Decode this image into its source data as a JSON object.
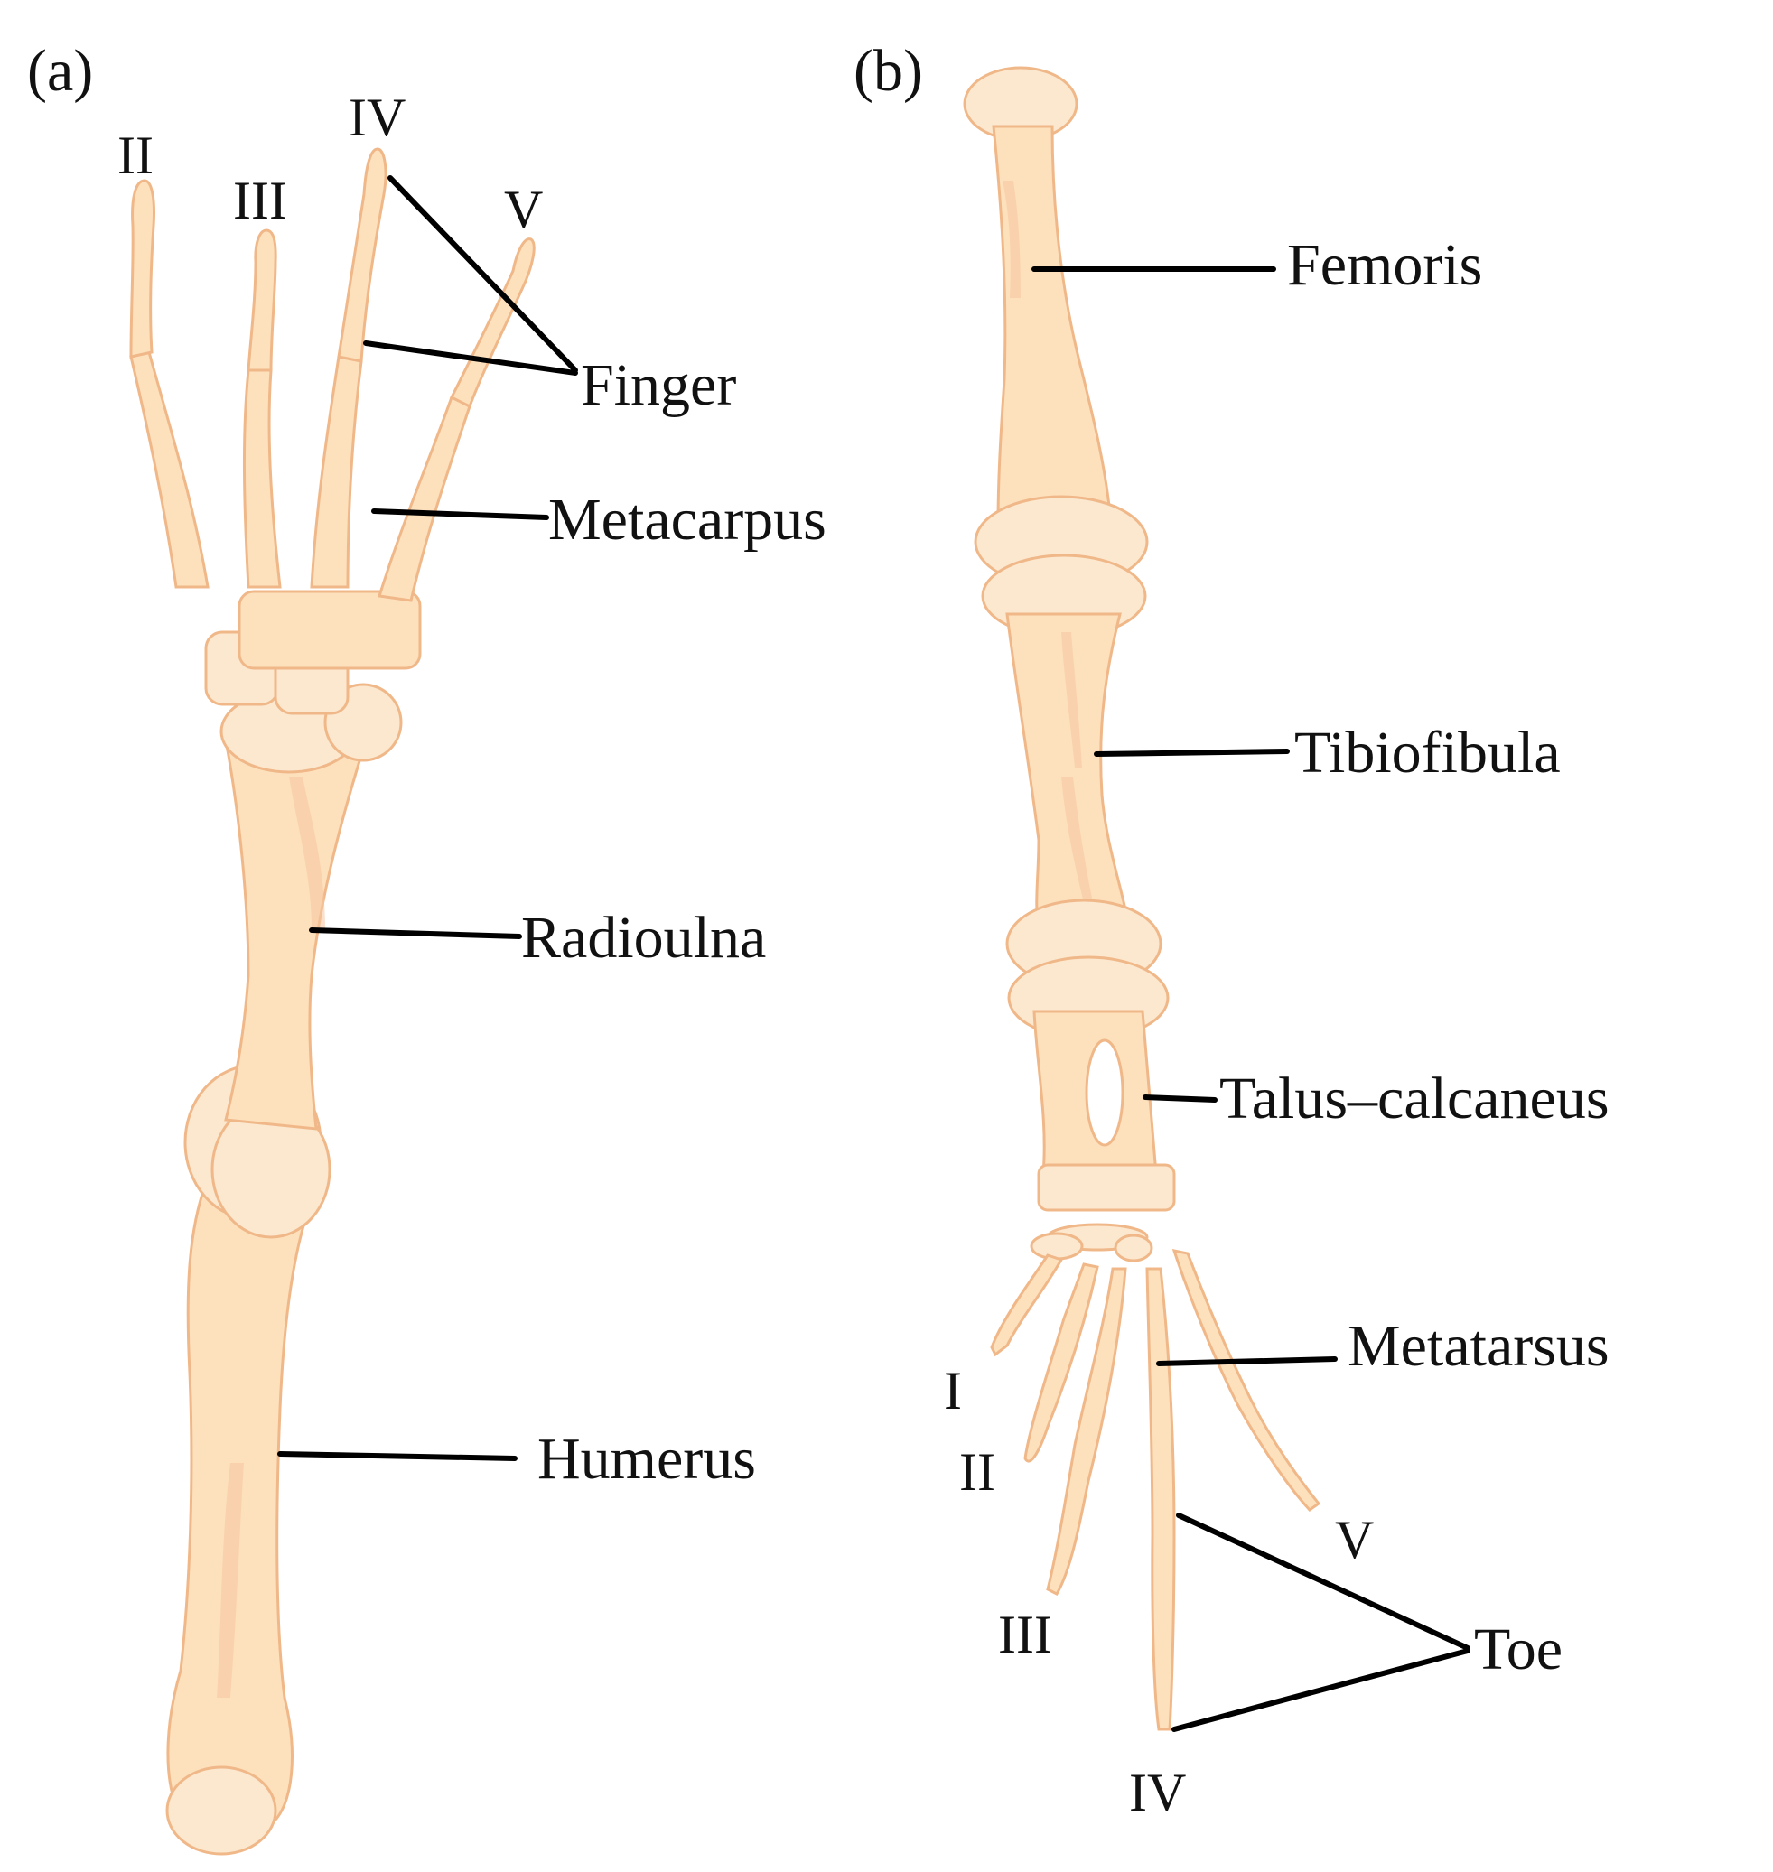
{
  "panel_a": {
    "label": "(a)",
    "digits": {
      "d2": "II",
      "d3": "III",
      "d4": "IV",
      "d5": "V"
    },
    "terms": {
      "finger": "Finger",
      "metacarpus": "Metacarpus",
      "radioulna": "Radioulna",
      "humerus": "Humerus"
    }
  },
  "panel_b": {
    "label": "(b)",
    "digits": {
      "d1": "I",
      "d2": "II",
      "d3": "III",
      "d4": "IV",
      "d5": "V"
    },
    "terms": {
      "femoris": "Femoris",
      "tibiofibula": "Tibiofibula",
      "talus_calcaneus": "Talus–calcaneus",
      "metatarsus": "Metatarsus",
      "toe": "Toe"
    }
  },
  "colors": {
    "bone_fill": "#fde1bd",
    "bone_outline": "#f0b889",
    "leader": "#000000"
  }
}
